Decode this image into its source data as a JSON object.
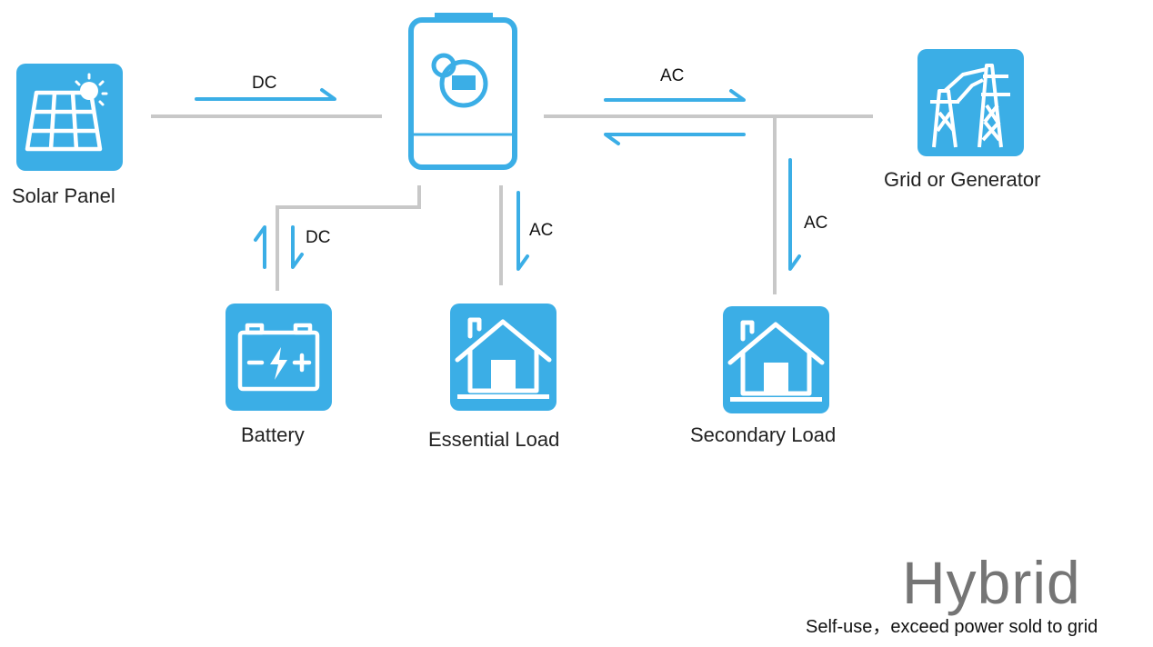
{
  "nodes": {
    "solar_panel": "Solar Panel",
    "battery": "Battery",
    "essential_load": "Essential Load",
    "secondary_load": "Secondary Load",
    "grid": "Grid or Generator"
  },
  "flows": {
    "solar_to_inverter": "DC",
    "battery": "DC",
    "essential_load": "AC",
    "grid": "AC",
    "secondary_load": "AC"
  },
  "title": "Hybrid",
  "subtitle": "Self-use，exceed power sold to grid",
  "colors": {
    "accent": "#3BAEE6",
    "line": "#C8C8C8",
    "title": "#757575"
  },
  "icons": {
    "solar": "solar-panel-icon",
    "inverter": "inverter-icon",
    "battery": "battery-icon",
    "home": "house-icon",
    "grid": "transmission-tower-icon"
  }
}
